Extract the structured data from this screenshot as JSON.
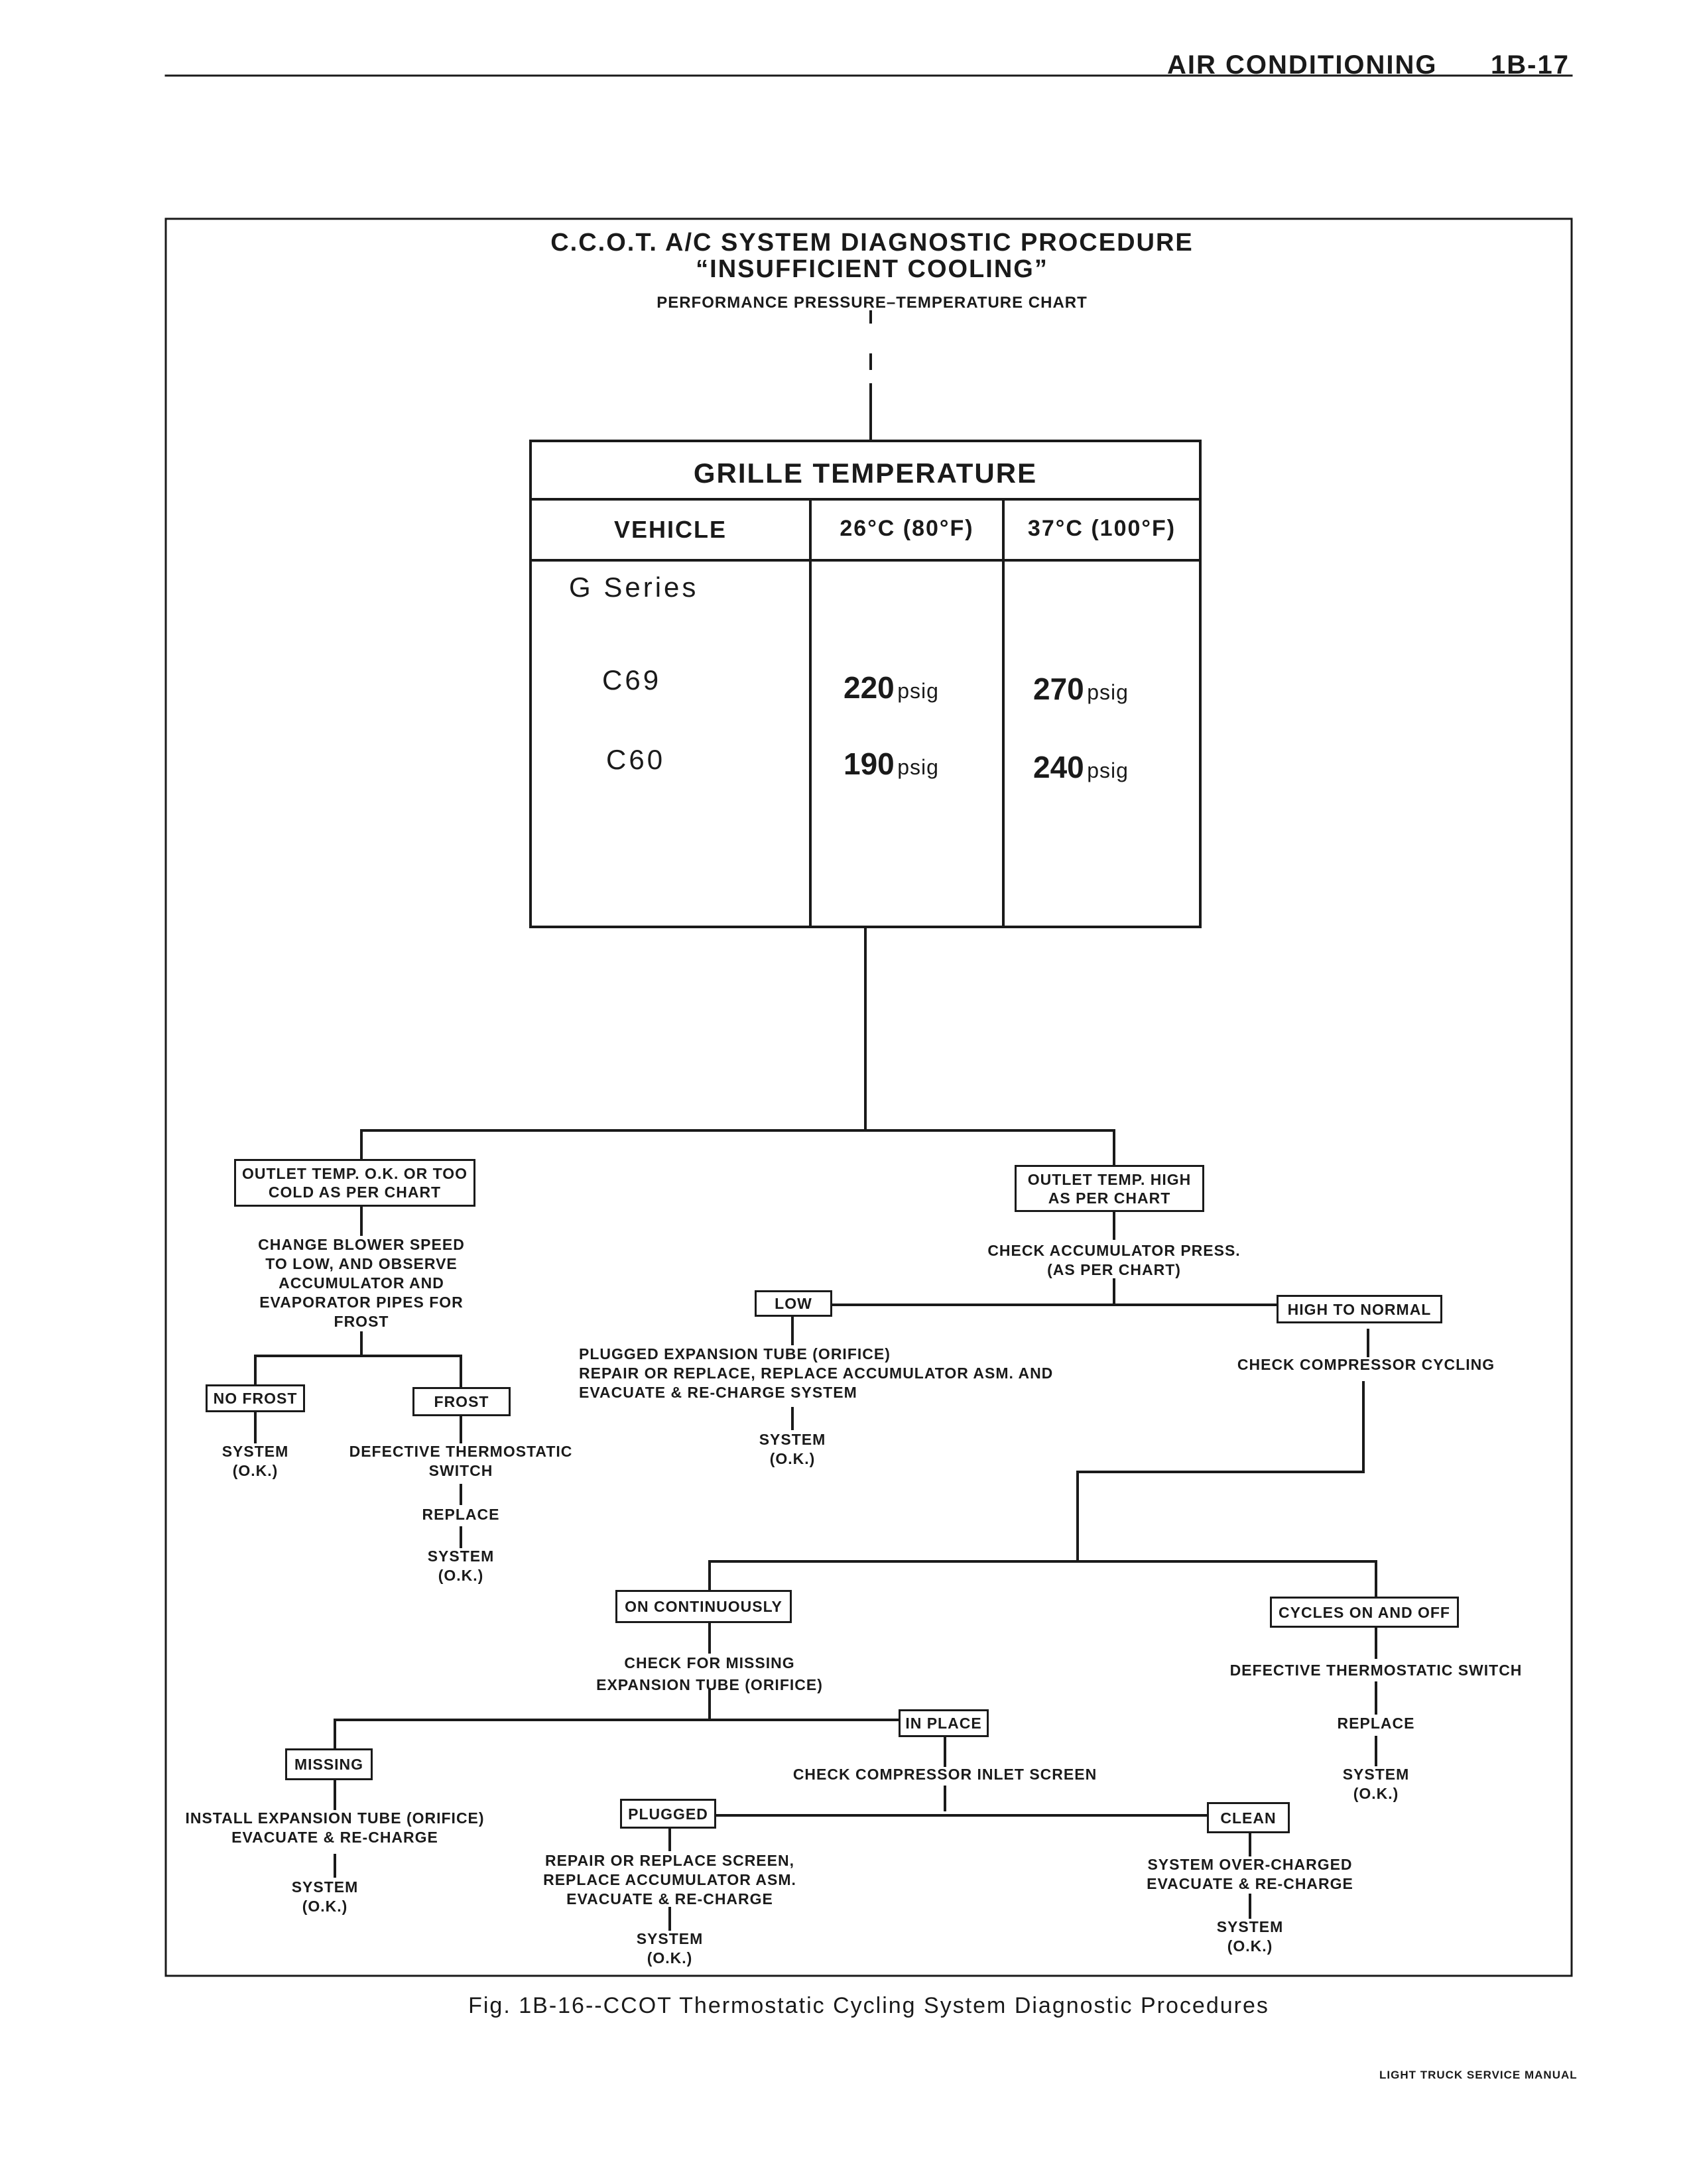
{
  "header": {
    "section": "AIR CONDITIONING",
    "page": "1B-17"
  },
  "title": {
    "line1": "C.C.O.T. A/C SYSTEM DIAGNOSTIC PROCEDURE",
    "line2": "“INSUFFICIENT COOLING”",
    "sub": "PERFORMANCE PRESSURE–TEMPERATURE CHART"
  },
  "table": {
    "title": "GRILLE TEMPERATURE",
    "col_vehicle": "VEHICLE",
    "col_26": "26°C (80°F)",
    "col_37": "37°C (100°F)",
    "series": "G Series",
    "unit": "psig",
    "rows": [
      {
        "model": "C69",
        "v26": "220",
        "v37": "270"
      },
      {
        "model": "C60",
        "v26": "190",
        "v37": "240"
      }
    ]
  },
  "flow": {
    "outlet_ok": [
      "OUTLET TEMP. O.K. OR TOO",
      "COLD AS PER CHART"
    ],
    "outlet_high": [
      "OUTLET TEMP. HIGH",
      "AS PER CHART"
    ],
    "change_blower": [
      "CHANGE BLOWER SPEED",
      "TO LOW, AND OBSERVE",
      "ACCUMULATOR AND",
      "EVAPORATOR PIPES FOR",
      "FROST"
    ],
    "no_frost": "NO FROST",
    "frost": "FROST",
    "system_ok_1": [
      "SYSTEM",
      "(O.K.)"
    ],
    "defective_thermo": [
      "DEFECTIVE THERMOSTATIC",
      "SWITCH"
    ],
    "replace_1": "REPLACE",
    "system_ok_2": [
      "SYSTEM",
      "(O.K.)"
    ],
    "check_accum": [
      "CHECK ACCUMULATOR PRESS.",
      "(AS PER CHART)"
    ],
    "low": "LOW",
    "high_normal": "HIGH TO NORMAL",
    "plugged_exp": [
      "PLUGGED EXPANSION TUBE (ORIFICE)",
      "REPAIR OR REPLACE, REPLACE ACCUMULATOR ASM. AND",
      "EVACUATE & RE-CHARGE SYSTEM"
    ],
    "system_ok_3": [
      "SYSTEM",
      "(O.K.)"
    ],
    "check_comp_cycling": "CHECK COMPRESSOR CYCLING",
    "on_cont": "ON CONTINUOUSLY",
    "cycles": "CYCLES ON AND OFF",
    "check_missing": [
      "CHECK FOR MISSING",
      "EXPANSION TUBE (ORIFICE)"
    ],
    "defective_thermo_2": "DEFECTIVE THERMOSTATIC SWITCH",
    "replace_2": "REPLACE",
    "system_ok_4": [
      "SYSTEM",
      "(O.K.)"
    ],
    "in_place": "IN PLACE",
    "missing": "MISSING",
    "check_inlet": "CHECK COMPRESSOR INLET SCREEN",
    "install_exp": [
      "INSTALL EXPANSION TUBE (ORIFICE)",
      "EVACUATE & RE-CHARGE"
    ],
    "system_ok_5": [
      "SYSTEM",
      "(O.K.)"
    ],
    "plugged": "PLUGGED",
    "clean": "CLEAN",
    "repair_screen": [
      "REPAIR OR REPLACE SCREEN,",
      "REPLACE ACCUMULATOR ASM.",
      "EVACUATE & RE-CHARGE"
    ],
    "system_ok_6": [
      "SYSTEM",
      "(O.K.)"
    ],
    "overcharged": [
      "SYSTEM OVER-CHARGED",
      "EVACUATE & RE-CHARGE"
    ],
    "system_ok_7": [
      "SYSTEM",
      "(O.K.)"
    ]
  },
  "caption": "Fig. 1B-16--CCOT Thermostatic Cycling System Diagnostic Procedures",
  "footer": "LIGHT TRUCK SERVICE MANUAL"
}
